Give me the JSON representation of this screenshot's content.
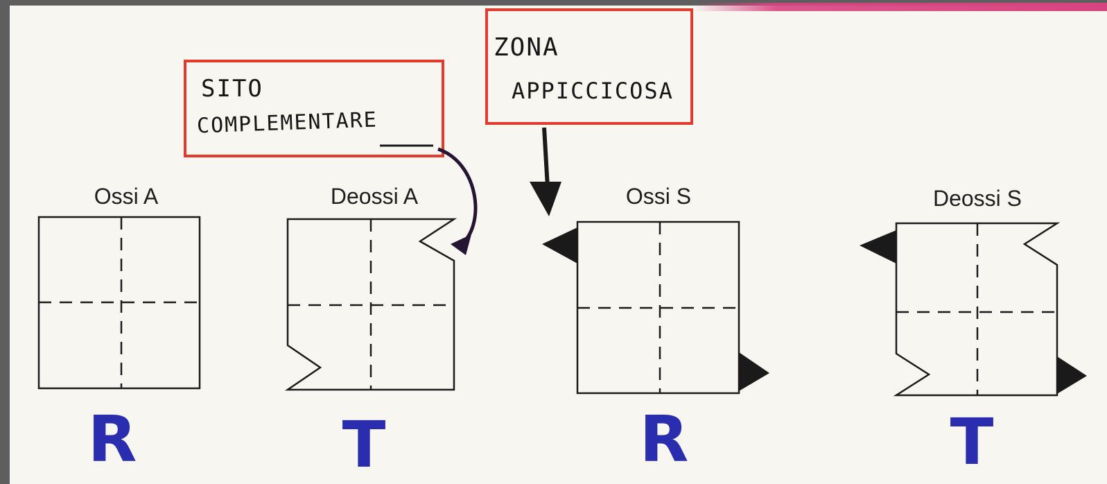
{
  "states": [
    {
      "label": "Ossi A",
      "letter": "R"
    },
    {
      "label": "Deossi A",
      "letter": "T"
    },
    {
      "label": "Ossi S",
      "letter": "R"
    },
    {
      "label": "Deossi S",
      "letter": "T"
    }
  ],
  "callouts": {
    "complementary": {
      "line1": "SITO",
      "line2": "COMPLEMENTARE"
    },
    "sticky": {
      "line1": "ZONA",
      "line2": "APPICCICOSA"
    }
  },
  "colors": {
    "callout_border": "#e23a2c",
    "ink": "#1a1a1a",
    "handwritten_arrow": "#241532",
    "letters": "#2a2dad",
    "top_band": "#d8447f"
  }
}
